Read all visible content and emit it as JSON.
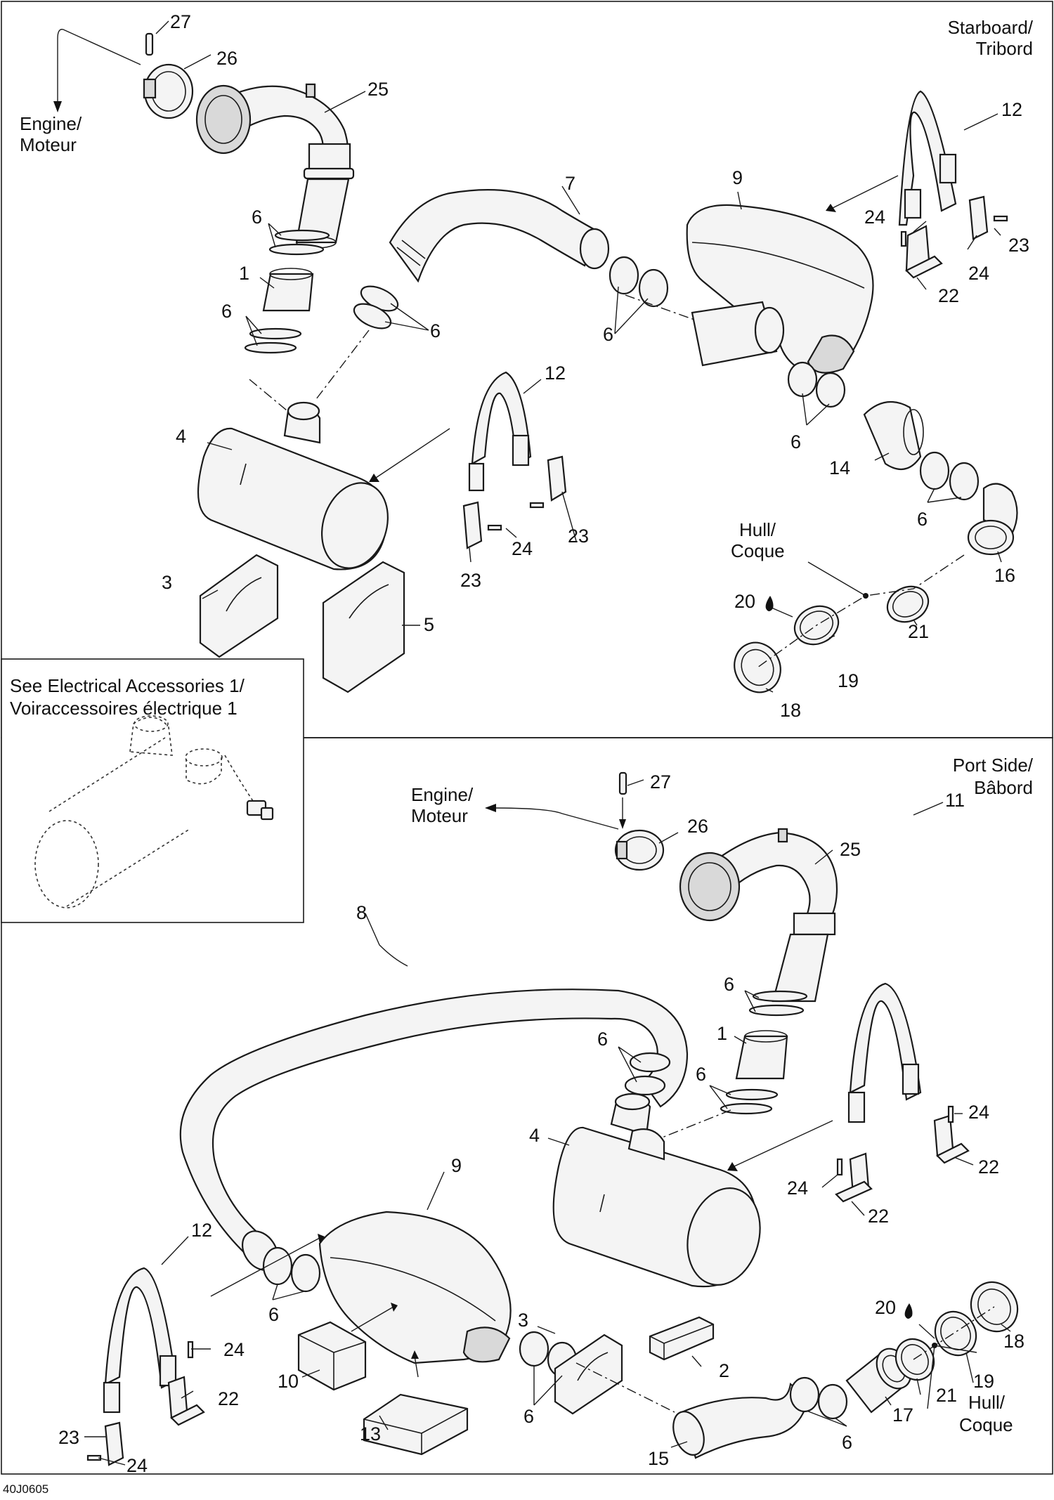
{
  "diagram_code": "40J0605",
  "starboard": {
    "side_line1": "Starboard/",
    "side_line2": "Tribord",
    "engine_line1": "Engine/",
    "engine_line2": "Moteur",
    "hull_line1": "Hull/",
    "hull_line2": "Coque"
  },
  "port": {
    "side_line1": "Port Side/",
    "side_line2": "Bâbord",
    "engine_line1": "Engine/",
    "engine_line2": "Moteur",
    "hull_line1": "Hull/",
    "hull_line2": "Coque"
  },
  "inset": {
    "line1": "See Electrical Accessories 1/",
    "line2": "Voiraccessoires électrique 1"
  },
  "callouts": {
    "s27": "27",
    "s26": "26",
    "s25": "25",
    "s7": "7",
    "s9": "9",
    "s12a": "12",
    "s24a": "24",
    "s23a": "23",
    "s24b": "24",
    "s22": "22",
    "s6a": "6",
    "s1": "1",
    "s6b": "6",
    "s6c": "6",
    "s6d": "6",
    "s12b": "12",
    "s4": "4",
    "s6e": "6",
    "s14": "14",
    "s6f": "6",
    "s23b": "23",
    "s24c": "24",
    "s23c": "23",
    "s3": "3",
    "s5": "5",
    "s16": "16",
    "s20": "20",
    "s21": "21",
    "s19": "19",
    "s18": "18",
    "p27": "27",
    "p26": "26",
    "p25": "25",
    "p8": "8",
    "p11": "11",
    "p6a": "6",
    "p1": "1",
    "p6b": "6",
    "p6c": "6",
    "p24a": "24",
    "p22a": "22",
    "p4": "4",
    "p24b": "24",
    "p22b": "22",
    "p9": "9",
    "p6d": "6",
    "p12": "12",
    "p3": "3",
    "p20": "20",
    "p18": "18",
    "p24c": "24",
    "p22c": "22",
    "p10": "10",
    "p2": "2",
    "p19": "19",
    "p21": "21",
    "p17": "17",
    "p6e": "6",
    "p6f": "6",
    "p23": "23",
    "p13": "13",
    "p24d": "24",
    "p15": "15"
  }
}
